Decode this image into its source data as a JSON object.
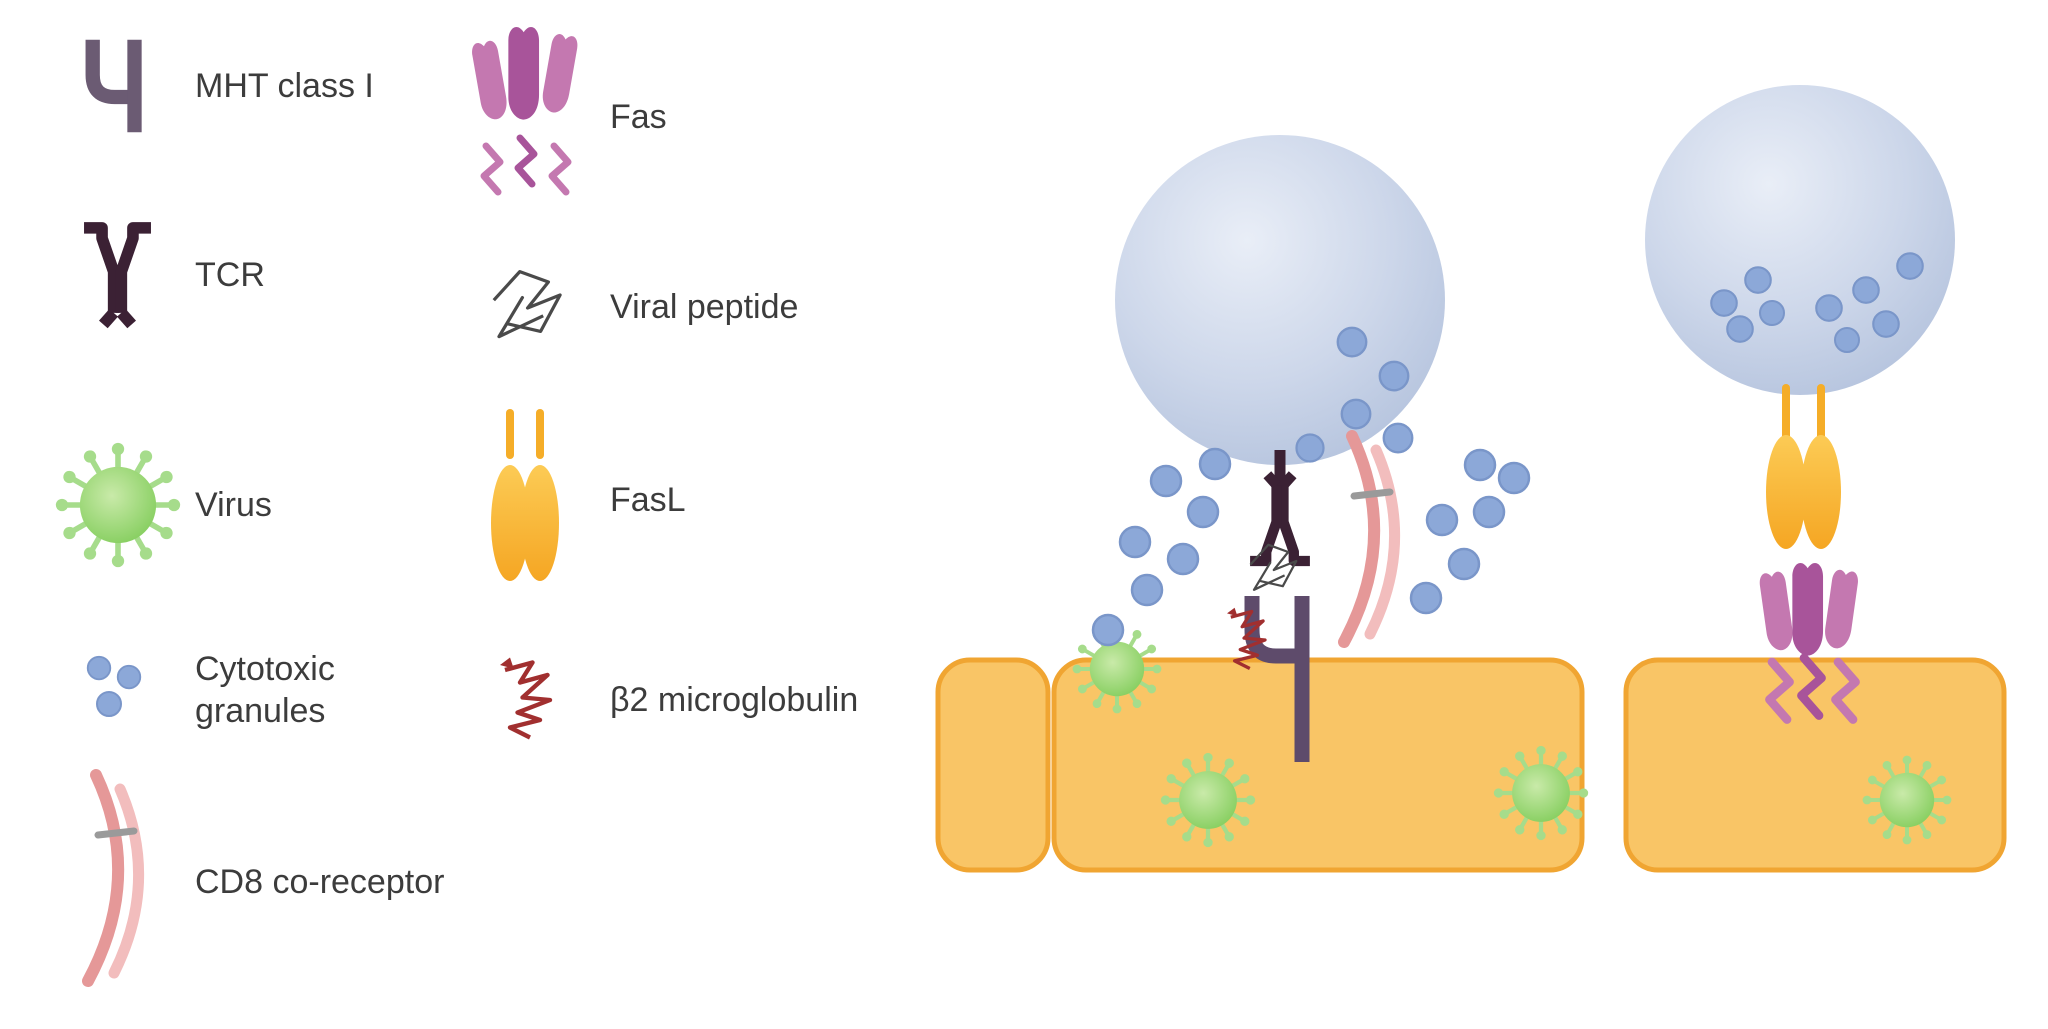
{
  "legend": {
    "items": [
      {
        "id": "mhc",
        "label": "MHT class I"
      },
      {
        "id": "tcr",
        "label": "TCR"
      },
      {
        "id": "virus",
        "label": "Virus"
      },
      {
        "id": "granules",
        "label": "Cytotoxic granules"
      },
      {
        "id": "cd8",
        "label": "CD8 co-receptor"
      },
      {
        "id": "fas",
        "label": "Fas"
      },
      {
        "id": "viral-peptide",
        "label": "Viral peptide"
      },
      {
        "id": "fasl",
        "label": "FasL"
      },
      {
        "id": "b2m",
        "label": "β2 microglobulin"
      }
    ]
  },
  "colors": {
    "mhc": "#6b5b73",
    "tcr": "#3b2134",
    "virus_body": "#83cd5c",
    "virus_spike": "#a6dc8b",
    "granule": "#8ca8d8",
    "cd8_dark": "#e59898",
    "cd8_light": "#f2bdbd",
    "fas": "#c478b0",
    "fas_dark": "#a8549a",
    "fasl": "#f5a623",
    "b2_microglobulin": "#a12f2f",
    "viral_peptide": "#4a4a4a",
    "infected_cell_fill": "#f9c566",
    "infected_cell_border": "#f0a532",
    "t_cell": "#c7d3e8"
  }
}
